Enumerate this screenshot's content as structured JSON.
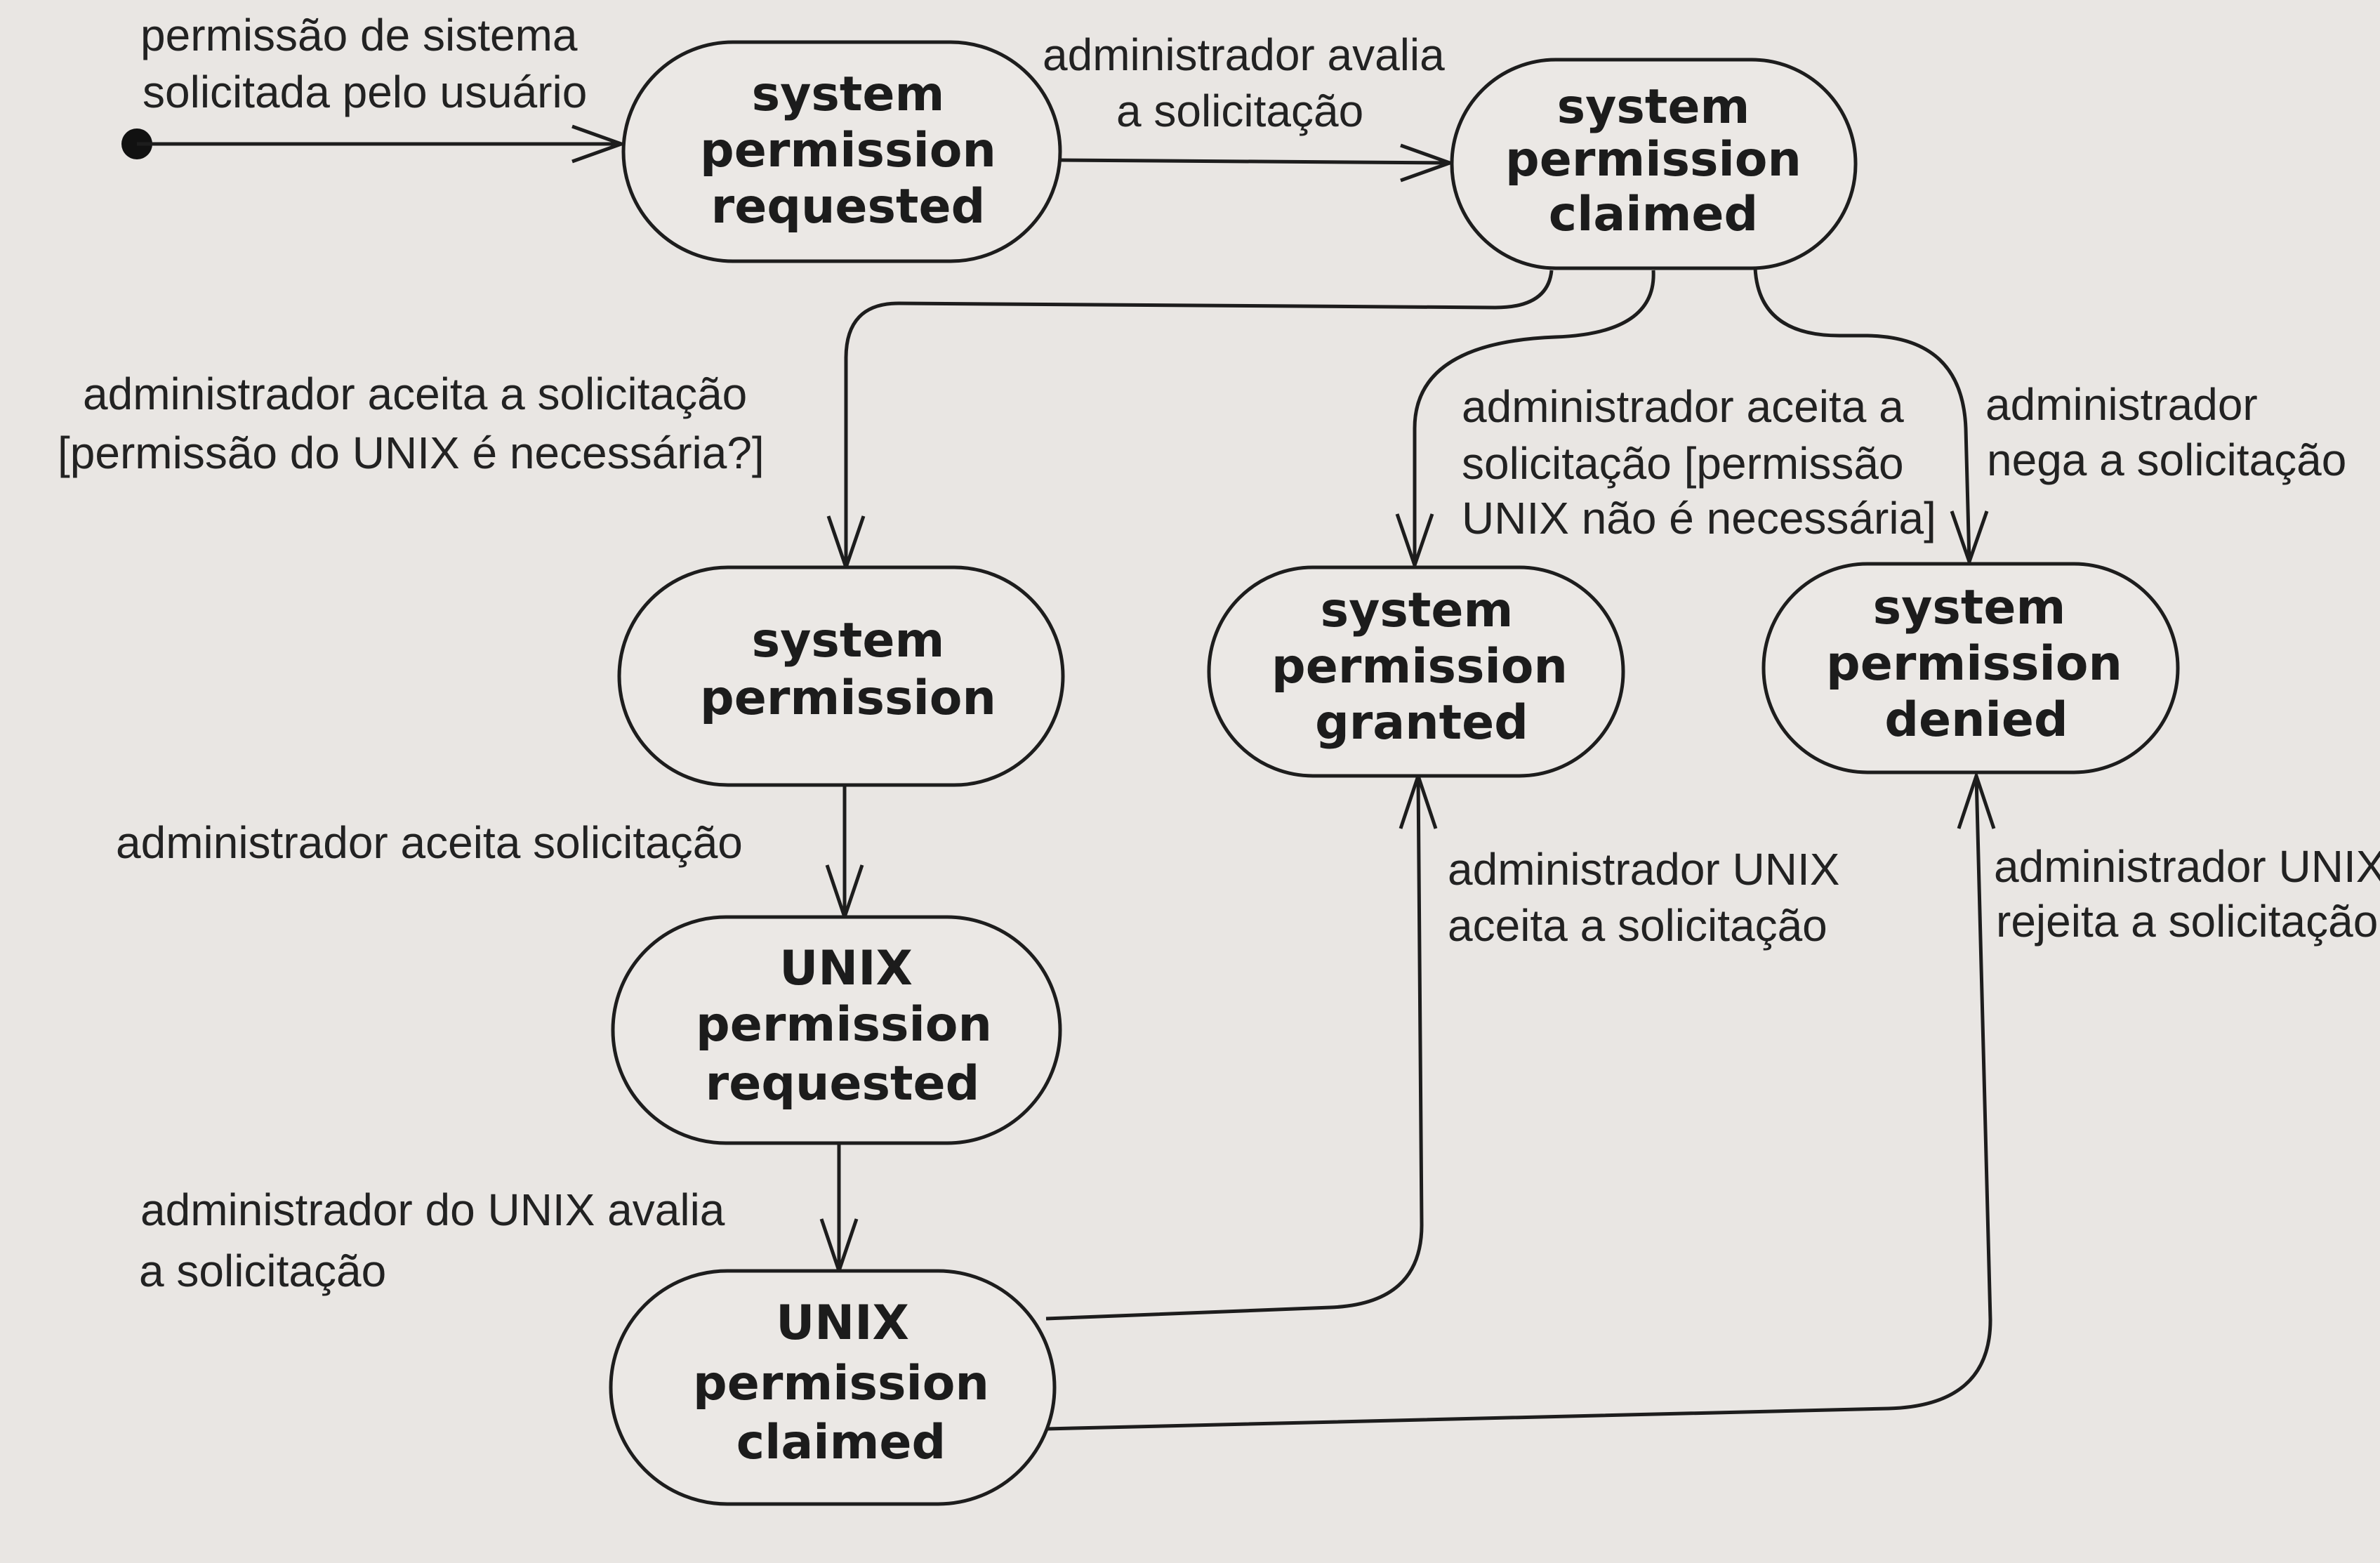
{
  "states": {
    "sys_requested": [
      "system",
      "permission",
      "requested"
    ],
    "sys_claimed": [
      "system",
      "permission",
      "claimed"
    ],
    "sys_permission": [
      "system",
      "permission"
    ],
    "sys_granted": [
      "system",
      "permission",
      "granted"
    ],
    "sys_denied": [
      "system",
      "permission",
      "denied"
    ],
    "unix_requested": [
      "UNIX",
      "permission",
      "requested"
    ],
    "unix_claimed": [
      "UNIX",
      "permission",
      "claimed"
    ]
  },
  "transitions": {
    "initial": [
      "permissão de sistema",
      "solicitada pelo usuário"
    ],
    "evaluate": [
      "administrador avalia",
      "a solicitação"
    ],
    "accept_unix_needed": [
      "administrador aceita a solicitação",
      "[permissão do UNIX é necessária?]"
    ],
    "accept_no_unix": [
      "administrador aceita a",
      "solicitação [permissão",
      "UNIX não é necessária]"
    ],
    "deny": [
      "administrador",
      "nega a solicitação"
    ],
    "accept": [
      "administrador aceita solicitação"
    ],
    "unix_evaluate": [
      "administrador do UNIX avalia",
      "a solicitação"
    ],
    "unix_accept": [
      "administrador UNIX",
      "aceita a solicitação"
    ],
    "unix_reject": [
      "administrador UNIX",
      "rejeita a solicitação"
    ]
  }
}
